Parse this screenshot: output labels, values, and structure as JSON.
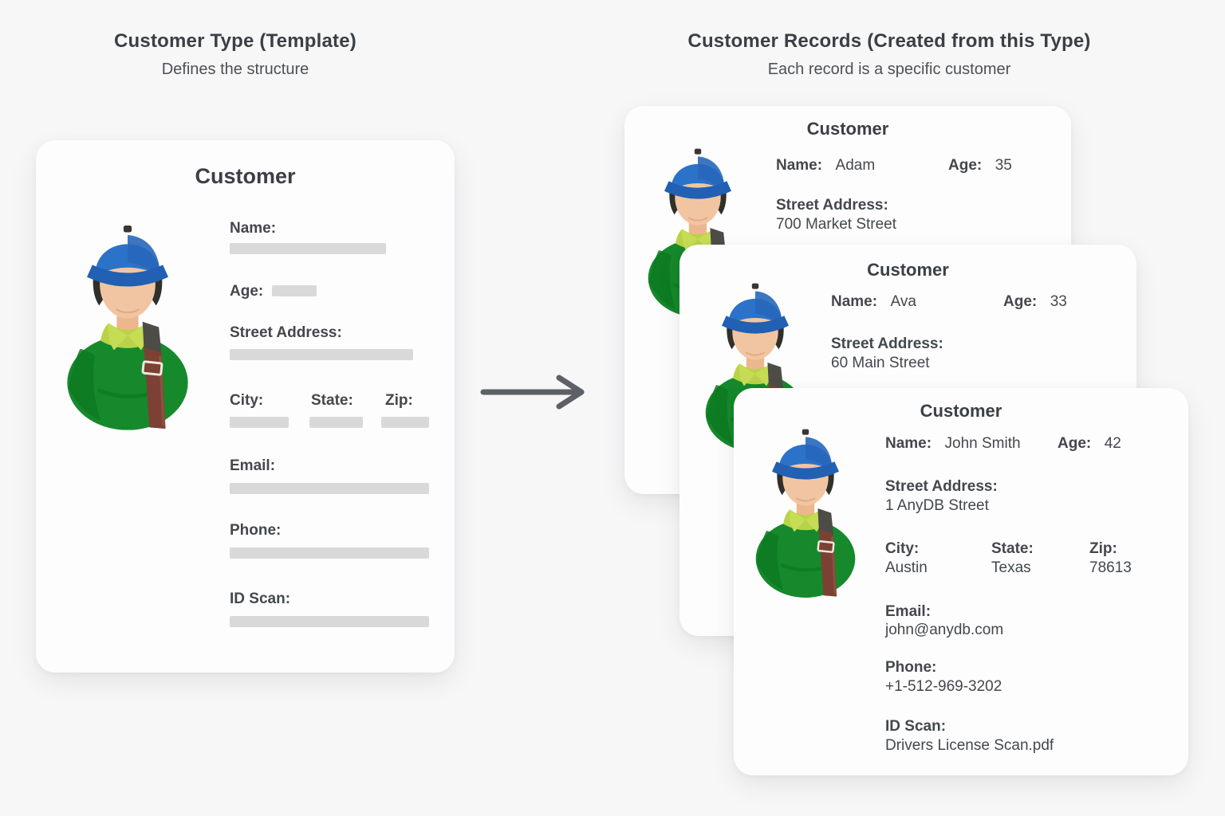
{
  "colors": {
    "background": "#f7f7f8",
    "card": "#fdfdfd",
    "text_dark": "#3a4045",
    "text_label": "#43484d",
    "placeholder_bar": "#d9d9d9",
    "arrow": "#5d6165",
    "avatar_cap_blue": "#2b73c9",
    "avatar_brim_blue": "#2160b2",
    "avatar_skin": "#f2c5a2",
    "avatar_sweater_green": "#15892b",
    "avatar_collar_green": "#c6dc55",
    "avatar_strap_brown": "#7c4134",
    "avatar_strap_gray": "#4e4c47"
  },
  "icons": {
    "avatar": "customer-avatar-icon",
    "arrow": "arrow-right-icon"
  },
  "left_section": {
    "title": "Customer Type (Template)",
    "subtitle": "Defines the structure",
    "card": {
      "title": "Customer",
      "name_label": "Name:",
      "age_label": "Age:",
      "street_label": "Street Address:",
      "city_label": "City:",
      "state_label": "State:",
      "zip_label": "Zip:",
      "email_label": "Email:",
      "phone_label": "Phone:",
      "id_scan_label": "ID Scan:"
    }
  },
  "right_section": {
    "title": "Customer Records (Created from this Type)",
    "subtitle": "Each record is a specific customer",
    "records": [
      {
        "title": "Customer",
        "name_label": "Name:",
        "name": "Adam",
        "age_label": "Age:",
        "age": "35",
        "street_label": "Street Address:",
        "street": "700 Market Street"
      },
      {
        "title": "Customer",
        "name_label": "Name:",
        "name": "Ava",
        "age_label": "Age:",
        "age": "33",
        "street_label": "Street Address:",
        "street": "60 Main Street"
      },
      {
        "title": "Customer",
        "name_label": "Name:",
        "name": "John Smith",
        "age_label": "Age:",
        "age": "42",
        "street_label": "Street Address:",
        "street": "1 AnyDB Street",
        "city_label": "City:",
        "city": "Austin",
        "state_label": "State:",
        "state": "Texas",
        "zip_label": "Zip:",
        "zip": "78613",
        "email_label": "Email:",
        "email": "john@anydb.com",
        "phone_label": "Phone:",
        "phone": "+1-512-969-3202",
        "id_scan_label": "ID Scan:",
        "id_scan": "Drivers License Scan.pdf"
      }
    ]
  }
}
